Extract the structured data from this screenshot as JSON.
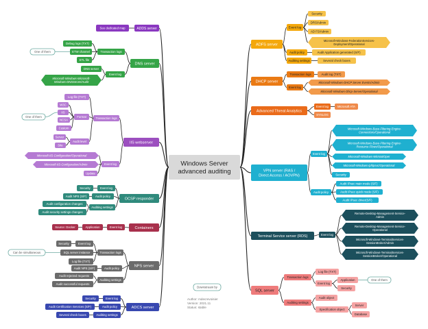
{
  "center": {
    "title_line1": "Windows Server",
    "title_line2": "advanced auditing"
  },
  "colors": {
    "adfs": "#f4a80c",
    "dhcp": "#ea7a14",
    "ata": "#ea6b1a",
    "vpn": "#1fb0d0",
    "rds": "#1c4f5c",
    "sql": "#ee7b7b",
    "adds_left": "#8a38c0",
    "dns": "#35a447",
    "iis": "#9c4fbf",
    "ocsp": "#2f8a7c",
    "containers": "#a8304c",
    "nps": "#6b6b6b",
    "adcs": "#3848b0",
    "center_fill": "#d9d9d9",
    "line": "#222222"
  },
  "right": {
    "adfs": {
      "label": "ADFS server",
      "event_log": "Event log",
      "security": "Security",
      "drs_admin": "DRS/Admin",
      "ad_fs_admin": "AD FS/Admin",
      "deployment": "Microsoft-Windows-FederationServices-Deployment/Operational",
      "audit_policy": "Audit policy",
      "app_generated": "Audit Application generated (S/F)",
      "auditing_settings": "Auditing settings",
      "several_check_boxes": "Several check boxes"
    },
    "dhcp": {
      "label": "DHCP server",
      "transaction_logs": "Transaction logs",
      "audit_log": "Audit log (TXT)",
      "event_log": "Event log",
      "admin": "Microsoft-Windows-DHCP Server Events/Admin",
      "operational": "Microsoft-Windows-Dhcp-Server/Operational"
    },
    "ata": {
      "label": "Advanced Threat Analytics",
      "event_log": "Event log",
      "microsoft_ata": "Microsoft ATA",
      "syslog": "SYSLOG"
    },
    "vpn": {
      "label": "VPN server (RAS / Direct Access / AOVPN)",
      "event_log": "Event log",
      "wfp_connection": "Microsoft-Windows-Base-Filtering-Engine-Connections/Operational",
      "wfp_resource": "Microsoft-Windows-Base-Filtering-Engine-Resource-Flows/Operational",
      "winnat": "Microsoft-Windows-WinNat/Oper",
      "iphlpsvc": "Microsoft-Windows-iphlpsvc/Operational",
      "security": "Security",
      "audit_policy": "Audit policy",
      "main_mode": "Audit IPsec main mode (S/F)",
      "quick_mode": "Audit IPsec quick mode (S/F)",
      "driver": "Audit IPsec driver(S/F)"
    },
    "rds": {
      "label": "Terminal Service server (RDS)",
      "event_log": "Event log",
      "mgmt_admin": "Remote-Desktop-Management-Service-Admin",
      "mgmt_oper": "Remote-Desktop-Management-Service-Operational",
      "broker_admin": "Microsoft-Windows-TerminalServices-SessionBroker/Admin",
      "broker_oper": "Microsoft-Windows-TerminalServices-SessionBroker/Operational"
    },
    "sql": {
      "label": "SQL server",
      "transaction_logs": "Transaction logs",
      "log_file": "Log file (TXT)",
      "event_log": "Event log",
      "application": "Application",
      "security": "Security",
      "one_of_them": "One of them",
      "auditing_settings": "Auditing settings",
      "audit_object": "Audit object",
      "specification_object": "Specification object",
      "server": "Server",
      "database": "Database"
    }
  },
  "left": {
    "adds": {
      "label": "ADDS server",
      "see_map": "See dedicated map"
    },
    "dns": {
      "label": "DNS server",
      "transaction_logs": "Transaction logs",
      "one_of_them": "One of them",
      "debug_logs": "Debug logs (TXT)",
      "etw_channel": "ETW channel",
      "etl_file": "ETL file",
      "event_log": "Event log",
      "dns_server": "DNS server",
      "audit_channel": "Microsoft-Windows-Microsoft-Windows-DNSServer/Audit"
    },
    "iis": {
      "label": "IIS webserver",
      "transaction_logs": "Transaction logs",
      "log_file": "Log file (TXT)",
      "format": "Format",
      "one_of_them": "One of them",
      "w3c": "W3C",
      "iis": "IIS",
      "ncsa": "NCSA",
      "custom": "Custom",
      "audit_level": "Audit level",
      "server": "Server",
      "site": "Site",
      "event_log": "Event log",
      "configuration_oper": "Microsoft-IIS-Configuration/Operational",
      "configuration_admin": "Microsoft-IIS-Configuration/Admin",
      "update": "Update"
    },
    "ocsp": {
      "label": "OCSP responder",
      "event_log": "Event log",
      "security": "Security",
      "audit_policy": "Audit policy",
      "audit_nps": "Audit NPS (S/F)",
      "auditing_settings": "Auditing settings",
      "config_changes": "Audit configuration changes",
      "security_settings_changes": "Audit security settings changes"
    },
    "containers": {
      "label": "Containers",
      "event_log": "Event log",
      "application": "Application",
      "source_docker": "Source: Docker"
    },
    "nps": {
      "label": "NPS server",
      "transaction_logs": "Transaction logs",
      "event_log": "Event log",
      "security": "Security",
      "sql_instance": "SQL server instance",
      "log_file": "Log file (TXT)",
      "can_be_simultaneous": "Can be simultaneous",
      "audit_policy": "Audit policy",
      "audit_nps": "Audit NPS (S/F)",
      "auditing_settings": "Auditing settings",
      "rejected": "Audit rejected requests",
      "successful": "Audit successful requests"
    },
    "adcs": {
      "label": "ADCS server",
      "event_log": "Event log",
      "security": "Security",
      "audit_policy": "Audit policy",
      "audit_cert": "Audit Certification Services (S/F)",
      "auditing_settings": "Auditing settings",
      "several_check_boxes": "Several check boxes"
    }
  },
  "footer": {
    "downstream": "Downstream by",
    "author": "Author: mdecrevoisier",
    "version": "Version: 2021.11",
    "status": "Status: stable"
  }
}
